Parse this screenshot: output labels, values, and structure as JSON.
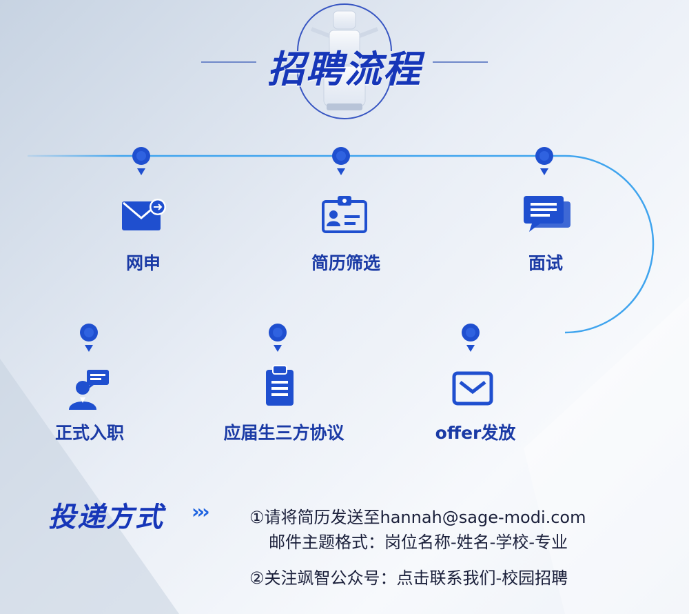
{
  "title": "招聘流程",
  "steps": [
    {
      "label": "网申",
      "icon": "envelope-arrow-icon"
    },
    {
      "label": "简历筛选",
      "icon": "id-card-icon"
    },
    {
      "label": "面试",
      "icon": "chat-bubble-icon"
    },
    {
      "label": "正式入职",
      "icon": "person-chat-icon"
    },
    {
      "label": "应届生三方协议",
      "icon": "clipboard-icon"
    },
    {
      "label": "offer发放",
      "icon": "envelope-icon"
    }
  ],
  "delivery": {
    "title": "投递方式",
    "chevrons": "›››",
    "line1": "①请将简历发送至hannah@sage-modi.com",
    "line2": "邮件主题格式：岗位名称-姓名-学校-专业",
    "line3": "②关注飒智公众号：点击联系我们-校园招聘"
  },
  "colors": {
    "primary": "#1636b8",
    "line": "#3fa4ee",
    "pin": "#1f4fcf",
    "text": "#1a1f3a"
  }
}
